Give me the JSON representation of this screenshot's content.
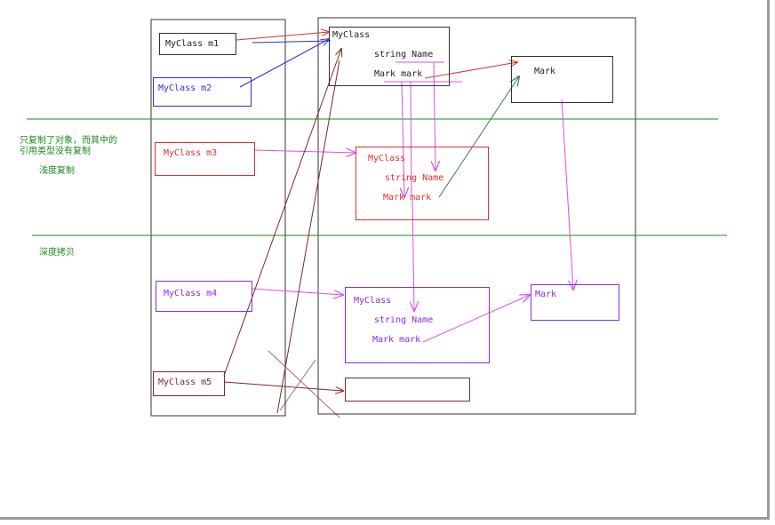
{
  "stack_vars": {
    "m1": "MyClass m1",
    "m2": "MyClass m2",
    "m3": "MyClass m3",
    "m4": "MyClass m4",
    "m5": "MyClass m5"
  },
  "heap_object_1": {
    "title": "MyClass",
    "name_field": "string Name",
    "mark_field": "Mark mark"
  },
  "heap_mark_1": {
    "title": "Mark"
  },
  "heap_object_2": {
    "title": "MyClass",
    "name_field": "string Name",
    "mark_field": "Mark mark"
  },
  "heap_object_3": {
    "title": "MyClass",
    "name_field": "string Name",
    "mark_field": "Mark mark"
  },
  "heap_mark_2": {
    "title": "Mark"
  },
  "notes": {
    "shallow_desc_line1": "只复制了对象，而其中的",
    "shallow_desc_line2": "引用类型没有复制",
    "shallow_copy": "浅度复制",
    "deep_copy": "深度拷贝"
  },
  "colors": {
    "black": "#333333",
    "red": "#e03030",
    "blue": "#3030d0",
    "purple": "#8a2be2",
    "magenta": "#e050e0",
    "brown": "#7a2a2a",
    "green": "#1a8a1a",
    "teal": "#2e7a6a"
  }
}
